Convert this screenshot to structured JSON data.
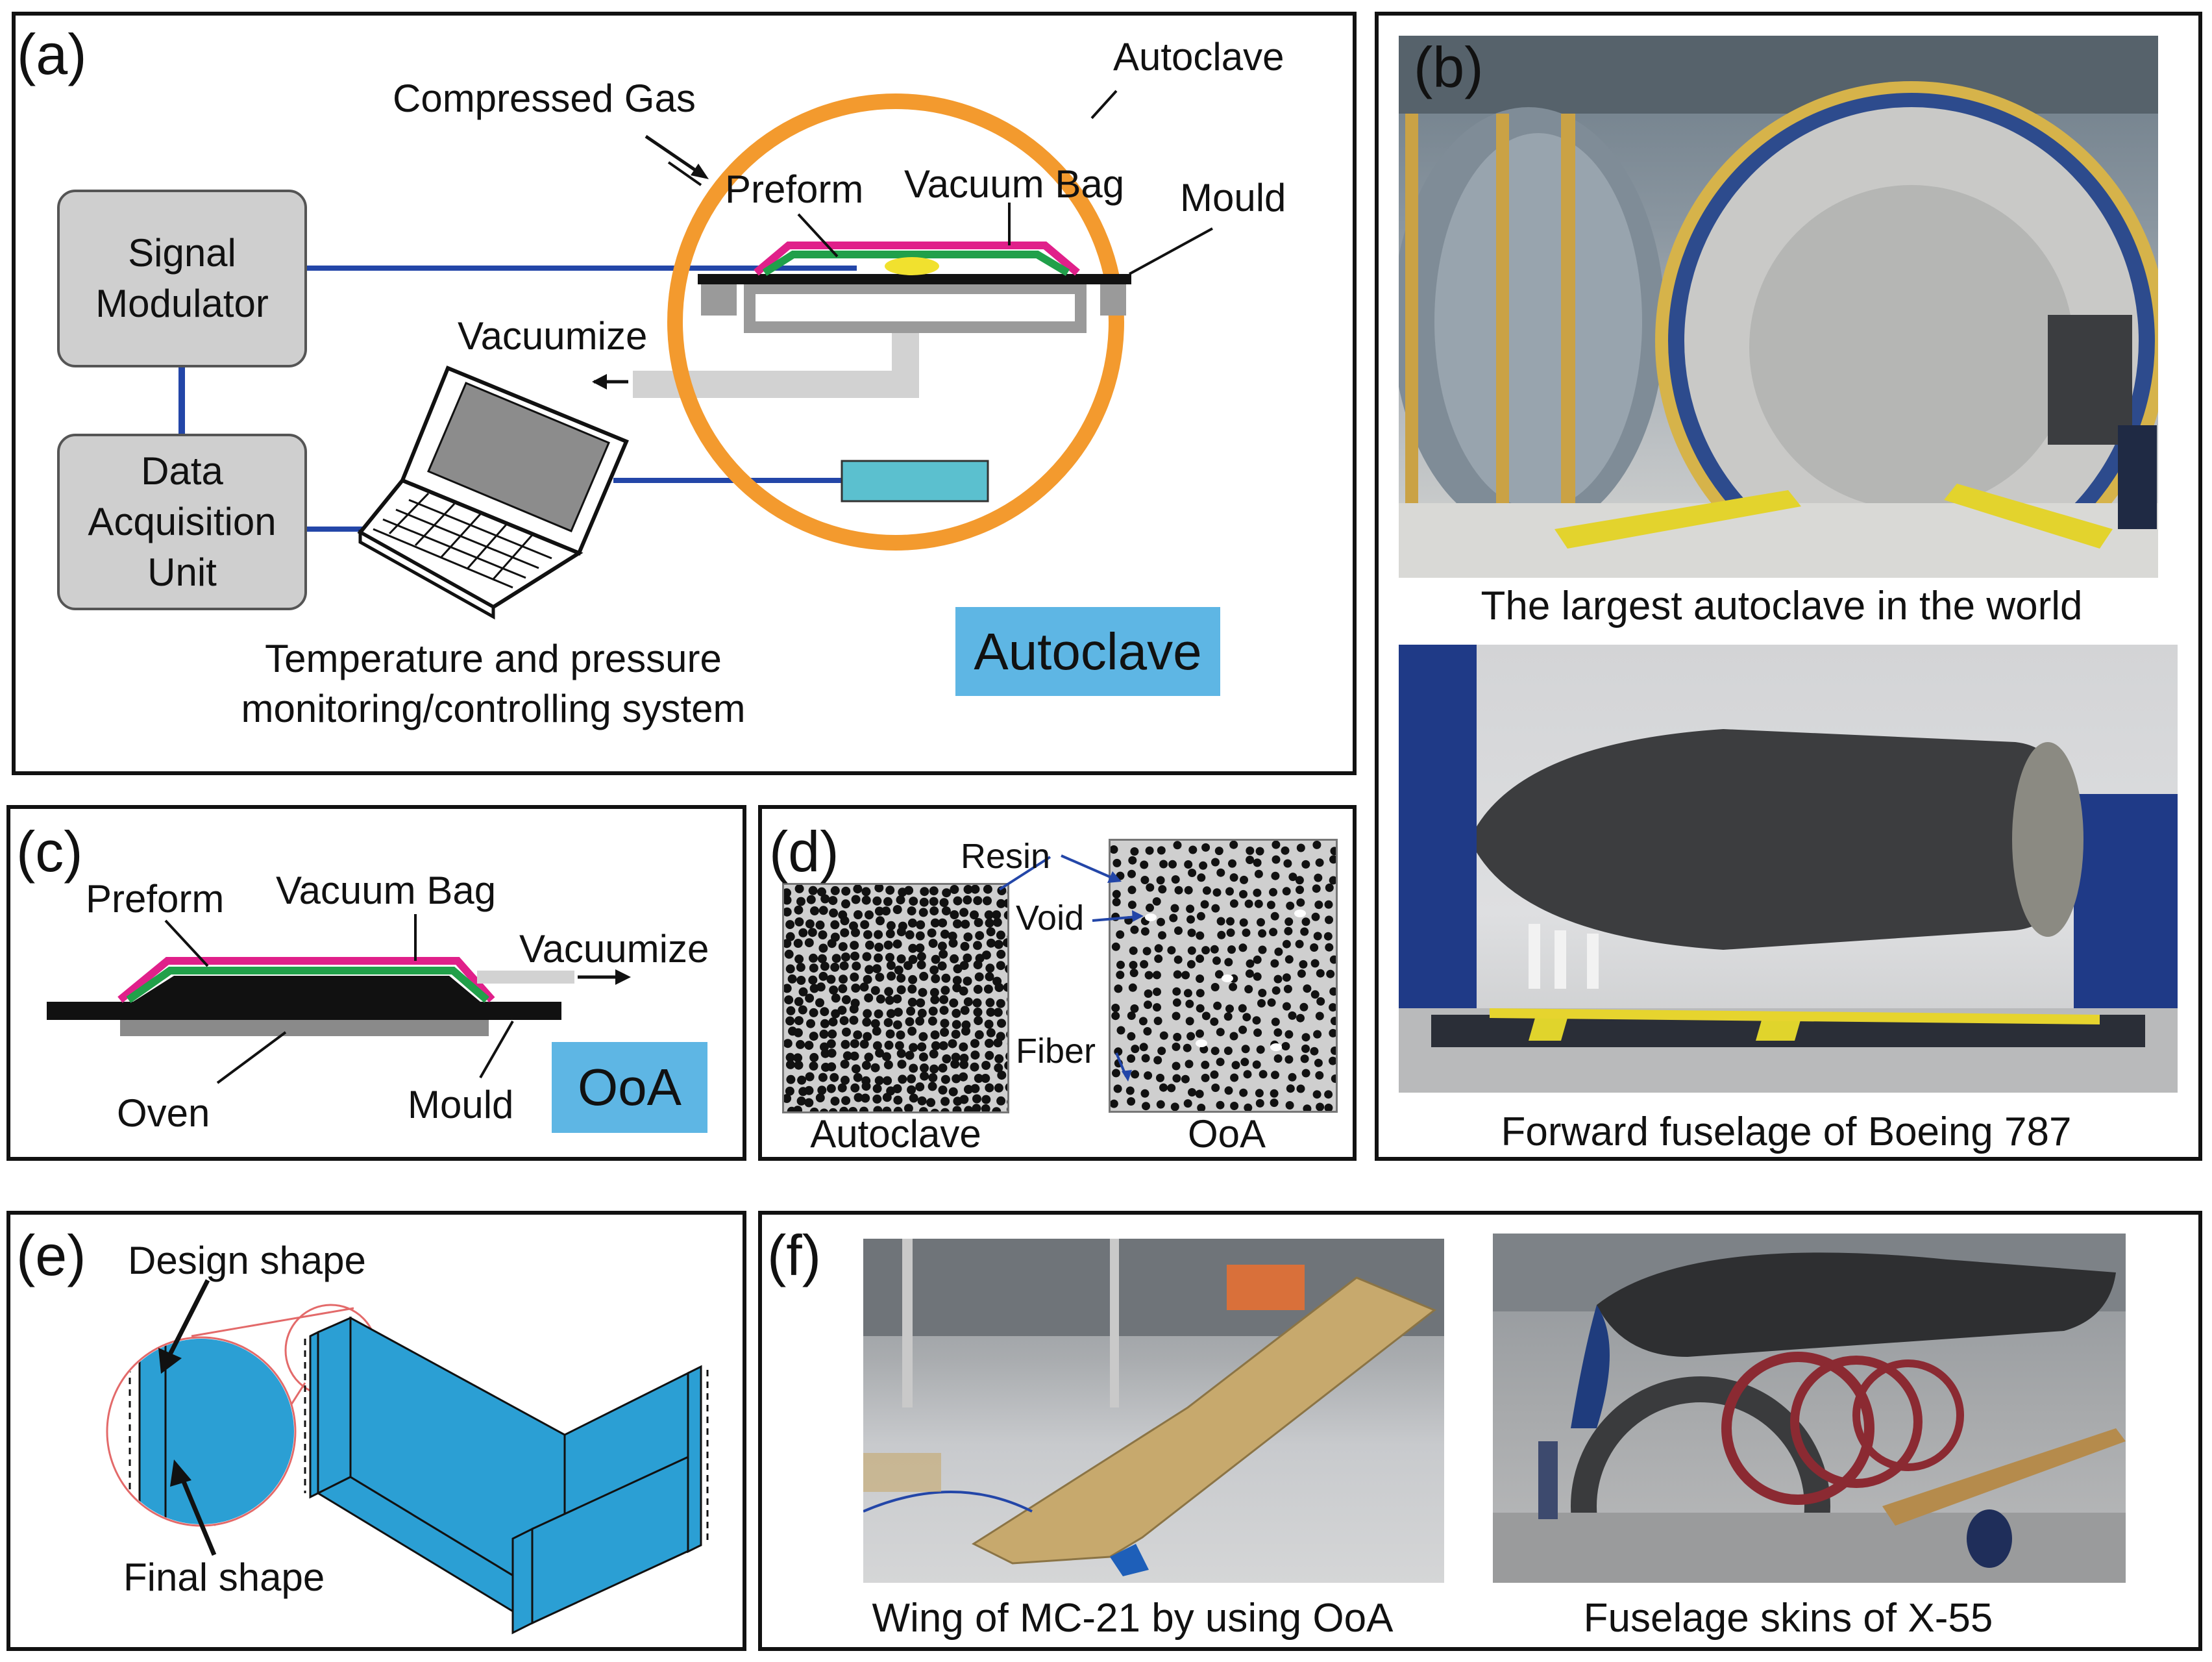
{
  "panels": {
    "a": {
      "letter": "(a)",
      "labels": {
        "autoclave": "Autoclave",
        "compressed_gas": "Compressed Gas",
        "preform": "Preform",
        "vacuum_bag": "Vacuum Bag",
        "mould": "Mould",
        "vacuumize": "Vacuumize",
        "system_line1": "Temperature and pressure",
        "system_line2": "monitoring/controlling system"
      },
      "boxes": {
        "signal_modulator": "Signal\nModulator",
        "data_acquisition": "Data\nAcquisition\nUnit"
      },
      "tag": "Autoclave"
    },
    "b": {
      "letter": "(b)",
      "caption_top": "The largest autoclave in the world",
      "caption_bottom": "Forward fuselage of Boeing 787"
    },
    "c": {
      "letter": "(c)",
      "labels": {
        "preform": "Preform",
        "vacuum_bag": "Vacuum Bag",
        "vacuumize": "Vacuumize",
        "oven": "Oven",
        "mould": "Mould"
      },
      "tag": "OoA"
    },
    "d": {
      "letter": "(d)",
      "labels": {
        "resin": "Resin",
        "void": "Void",
        "fiber": "Fiber",
        "autoclave": "Autoclave",
        "ooa": "OoA"
      }
    },
    "e": {
      "letter": "(e)",
      "labels": {
        "design_shape": "Design shape",
        "final_shape": "Final shape"
      }
    },
    "f": {
      "letter": "(f)",
      "caption_left": "Wing of MC-21 by using OoA",
      "caption_right": "Fuselage skins of X-55"
    }
  },
  "colors": {
    "autoclave_ring": "#f39a2e",
    "vacuum_bag": "#e0208a",
    "preform": "#21a04a",
    "signal_line": "#2346a8",
    "tag_blue": "#5eb6e4",
    "sensor_yellow": "#f1e12e",
    "box_gray": "#cfcfcf",
    "part_blue": "#2b9fd4"
  }
}
